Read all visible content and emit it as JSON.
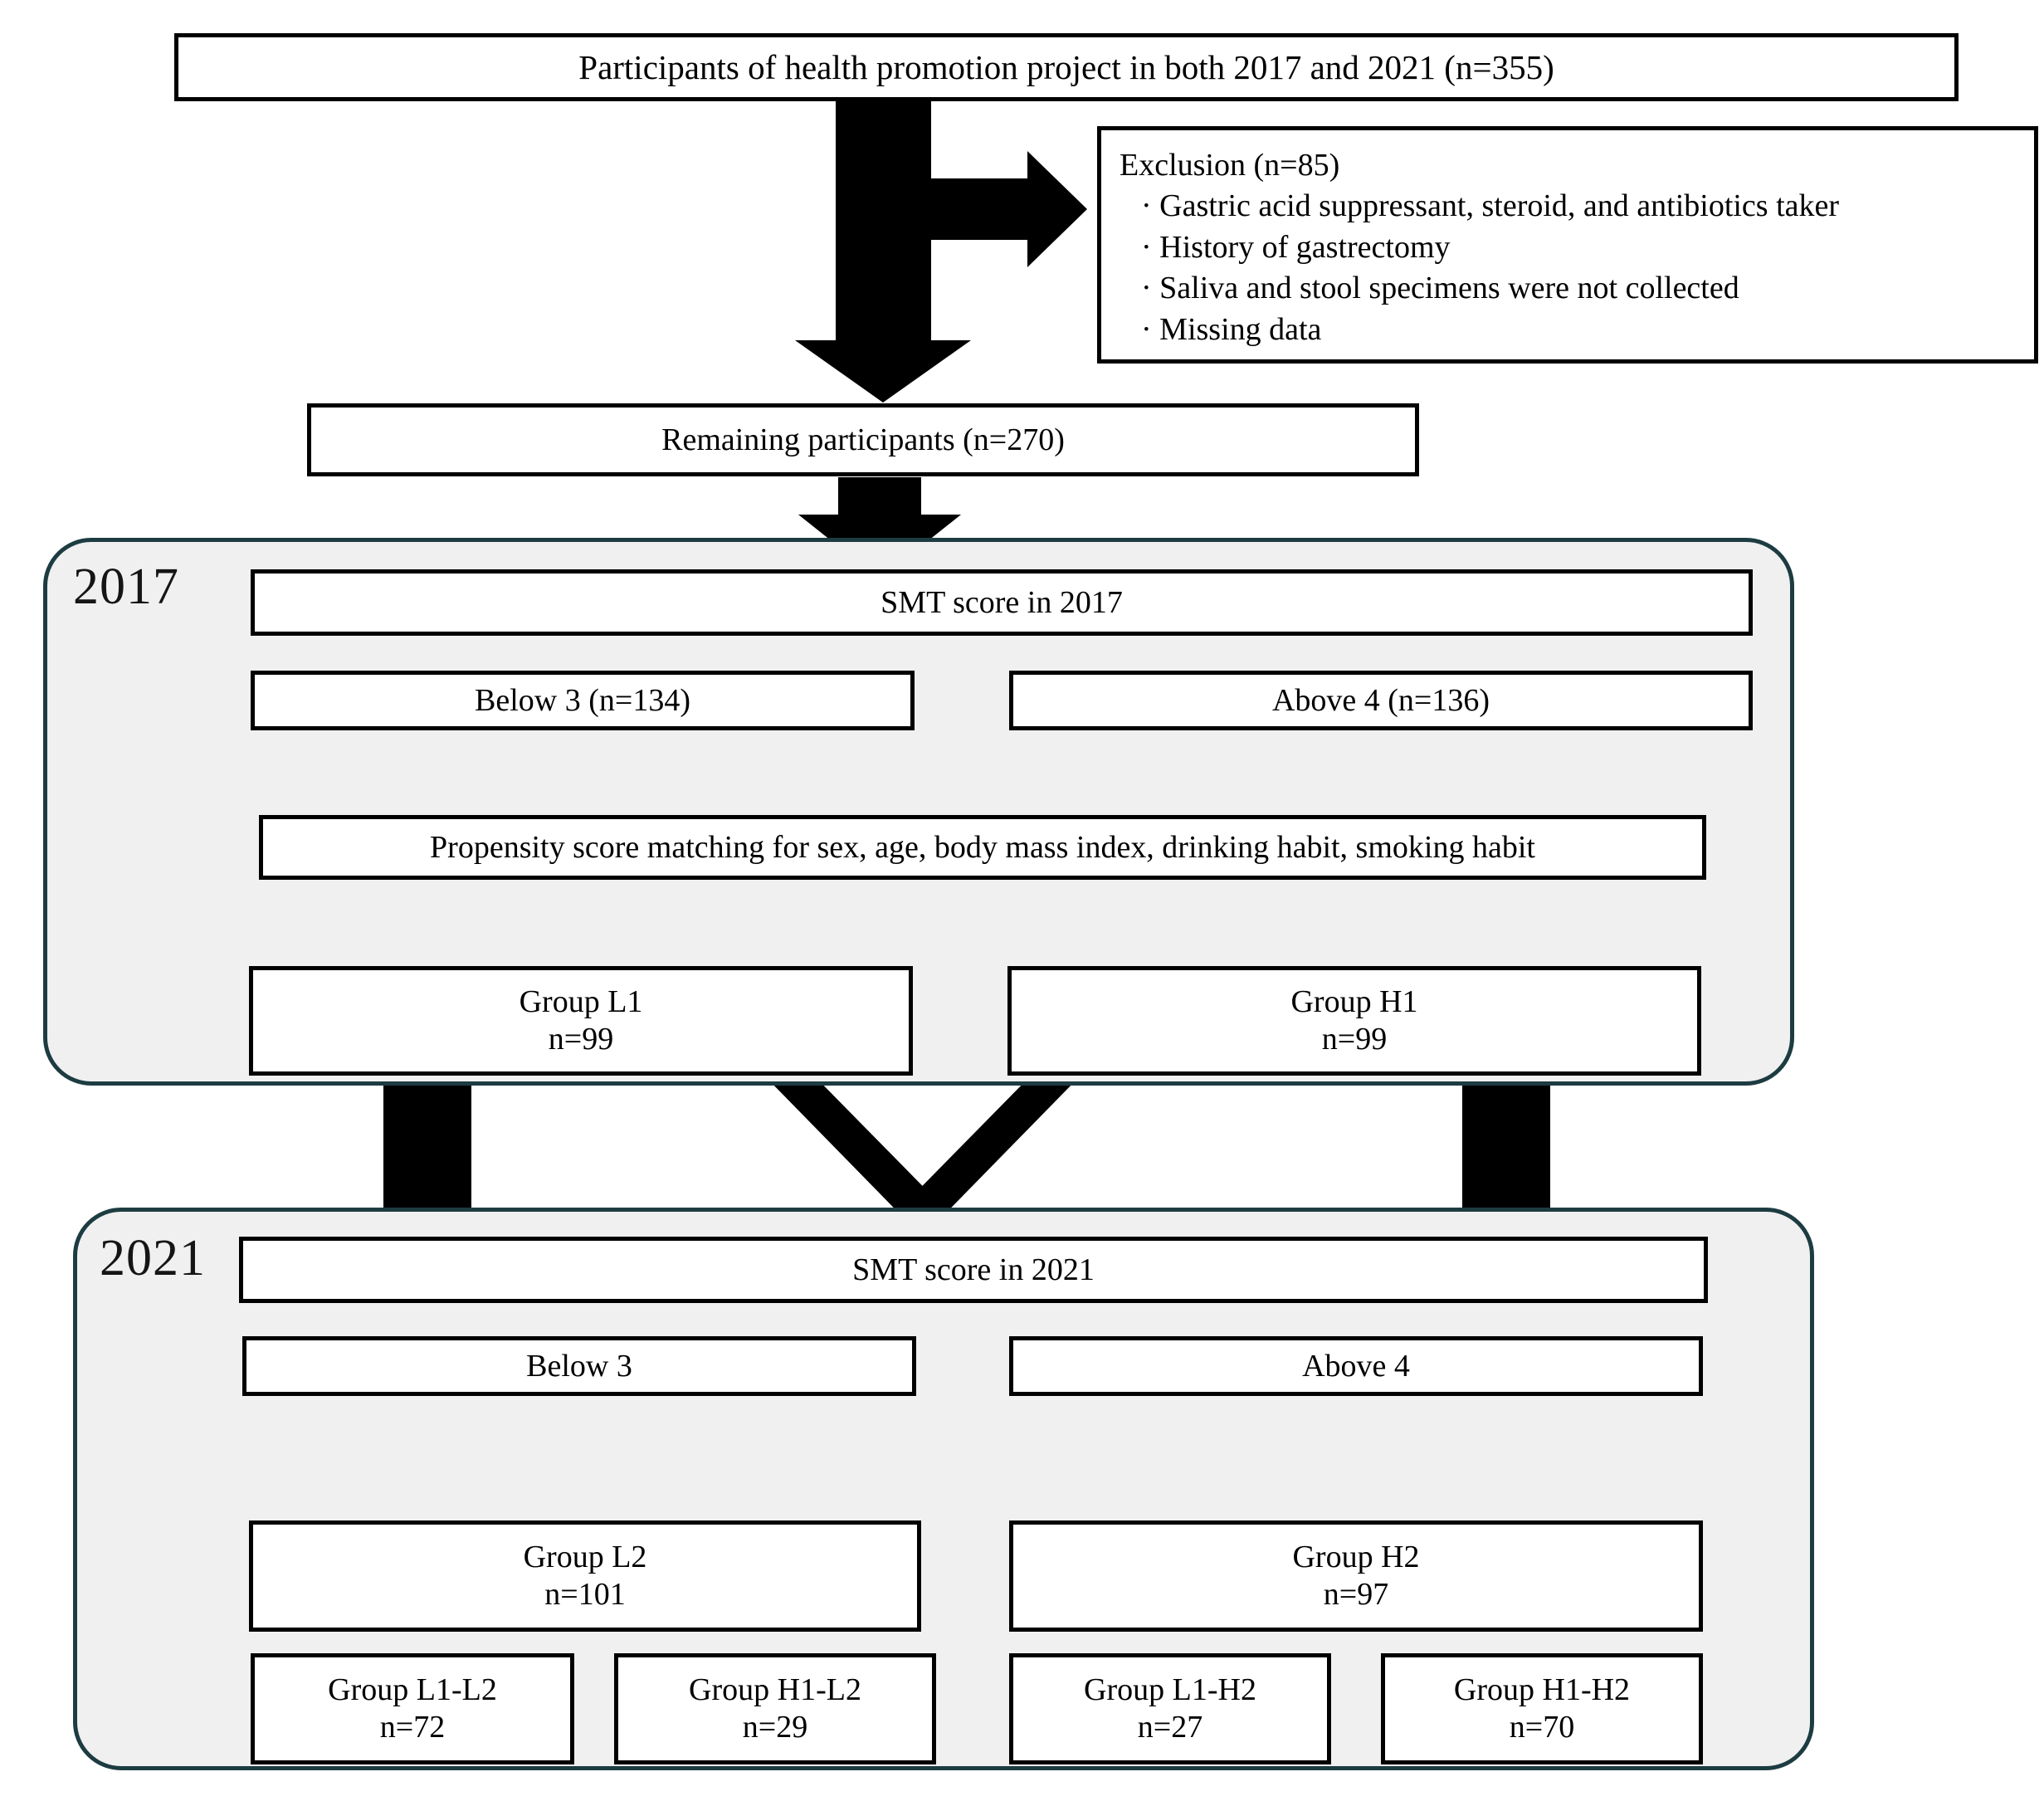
{
  "figure": {
    "type": "flowchart",
    "title": "Study participant selection flow diagram",
    "colors": {
      "panel_background": "#f0f0f0",
      "panel_border": "#1d3c42",
      "box_border": "#000000",
      "box_background": "#ffffff",
      "arrow": "#000000",
      "text": "#000000"
    }
  },
  "nodes": {
    "participants": {
      "label": "Participants of health promotion project in both 2017 and 2021 (n=355)",
      "n": 355
    },
    "exclusion": {
      "heading": "Exclusion (n=85)",
      "n": 85,
      "items": [
        "Gastric acid suppressant, steroid, and antibiotics taker",
        "History of gastrectomy",
        "Saliva and stool specimens were not collected",
        "Missing data"
      ],
      "bullet": "·"
    },
    "remaining": {
      "label": "Remaining participants (n=270)",
      "n": 270
    },
    "smt_2017": {
      "label": "SMT score in 2017"
    },
    "below3_2017": {
      "label": "Below 3 (n=134)",
      "n": 134
    },
    "above4_2017": {
      "label": "Above 4 (n=136)",
      "n": 136
    },
    "psm": {
      "label": "Propensity score matching for sex, age, body mass index, drinking habit, smoking habit"
    },
    "group_l1": {
      "line1": "Group L1",
      "line2": "n=99",
      "n": 99
    },
    "group_h1": {
      "line1": "Group H1",
      "line2": "n=99",
      "n": 99
    },
    "smt_2021": {
      "label": "SMT score in 2021"
    },
    "below3_2021": {
      "label": "Below 3"
    },
    "above4_2021": {
      "label": "Above 4"
    },
    "group_l2": {
      "line1": "Group L2",
      "line2": "n=101",
      "n": 101
    },
    "group_h2": {
      "line1": "Group H2",
      "line2": "n=97",
      "n": 97
    },
    "group_l1_l2": {
      "line1": "Group L1-L2",
      "line2": "n=72",
      "n": 72
    },
    "group_h1_l2": {
      "line1": "Group H1-L2",
      "line2": "n=29",
      "n": 29
    },
    "group_l1_h2": {
      "line1": "Group L1-H2",
      "line2": "n=27",
      "n": 27
    },
    "group_h1_h2": {
      "line1": "Group H1-H2",
      "line2": "n=70",
      "n": 70
    }
  },
  "panels": {
    "year_2017": {
      "label": "2017"
    },
    "year_2021": {
      "label": "2021"
    }
  }
}
